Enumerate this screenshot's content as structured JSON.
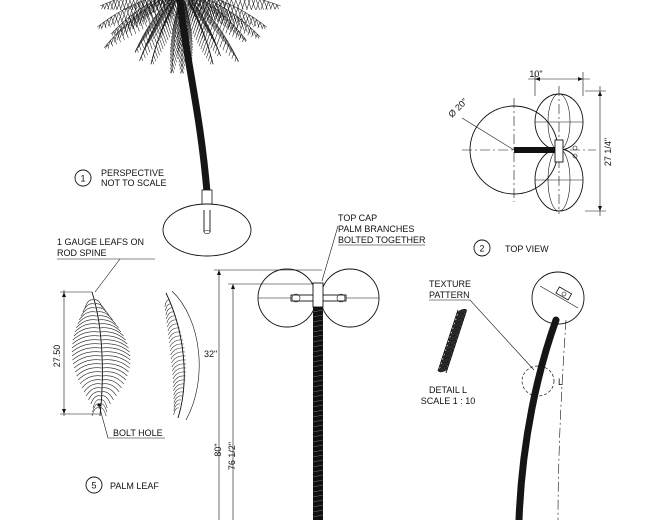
{
  "views": {
    "perspective": {
      "number": "1",
      "title_line1": "PERSPECTIVE",
      "title_line2": "NOT TO SCALE"
    },
    "top": {
      "number": "2",
      "title": "TOP VIEW",
      "dim_width": "10\"",
      "dim_diameter": "Ø 20\"",
      "dim_depth": "27 1/4\""
    },
    "leaf": {
      "number": "5",
      "title": "PALM LEAF",
      "note_line1": "1 GAUGE LEAFS ON",
      "note_line2": "ROD SPINE",
      "dim_length": "27.50",
      "bolt_note": "BOLT HOLE"
    },
    "elevation": {
      "note_line1": "TOP CAP",
      "note_line2": "PALM BRANCHES",
      "note_line3": "BOLTED TOGETHER",
      "dim_32": "32\"",
      "dim_80": "80\"",
      "dim_76": "76 1/2\""
    },
    "detail": {
      "texture_line1": "TEXTURE",
      "texture_line2": "PATTERN",
      "title_line1": "DETAIL L",
      "title_line2": "SCALE 1 : 10",
      "callout": "L"
    }
  }
}
